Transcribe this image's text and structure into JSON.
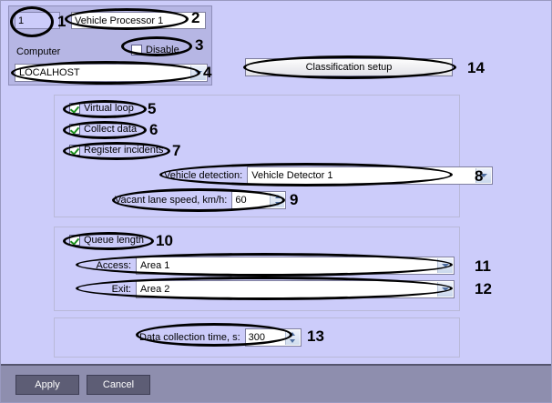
{
  "window": {
    "background": "#ccccfa",
    "panel_background": "#b6b6e4",
    "bottom_bar_background": "#8e8eae"
  },
  "identification": {
    "id_value": "1",
    "name_value": "Vehicle Processor 1",
    "computer_label": "Computer",
    "disable_label": "Disable",
    "disable_checked": false,
    "computer_value": "LOCALHOST"
  },
  "classification": {
    "setup_label": "Classification setup"
  },
  "detection_group": {
    "virtual_loop_label": "Virtual loop",
    "virtual_loop_checked": true,
    "collect_data_label": "Collect data",
    "collect_data_checked": true,
    "register_incidents_label": "Register incidents",
    "register_incidents_checked": true,
    "vehicle_detection_label": "Vehicle detection:",
    "vehicle_detection_value": "Vehicle Detector 1",
    "vacant_lane_speed_label": "Vacant lane speed, km/h:",
    "vacant_lane_speed_value": "60"
  },
  "queue_group": {
    "queue_length_label": "Queue length",
    "queue_length_checked": true,
    "access_label": "Access:",
    "access_value": "Area 1",
    "exit_label": "Exit:",
    "exit_value": "Area 2"
  },
  "data_time_group": {
    "data_collection_time_label": "Data collection time, s:",
    "data_collection_time_value": "300"
  },
  "footer": {
    "apply_label": "Apply",
    "cancel_label": "Cancel"
  },
  "annotations": {
    "n1": "1",
    "n2": "2",
    "n3": "3",
    "n4": "4",
    "n5": "5",
    "n6": "6",
    "n7": "7",
    "n8": "8",
    "n9": "9",
    "n10": "10",
    "n11": "11",
    "n12": "12",
    "n13": "13",
    "n14": "14"
  }
}
